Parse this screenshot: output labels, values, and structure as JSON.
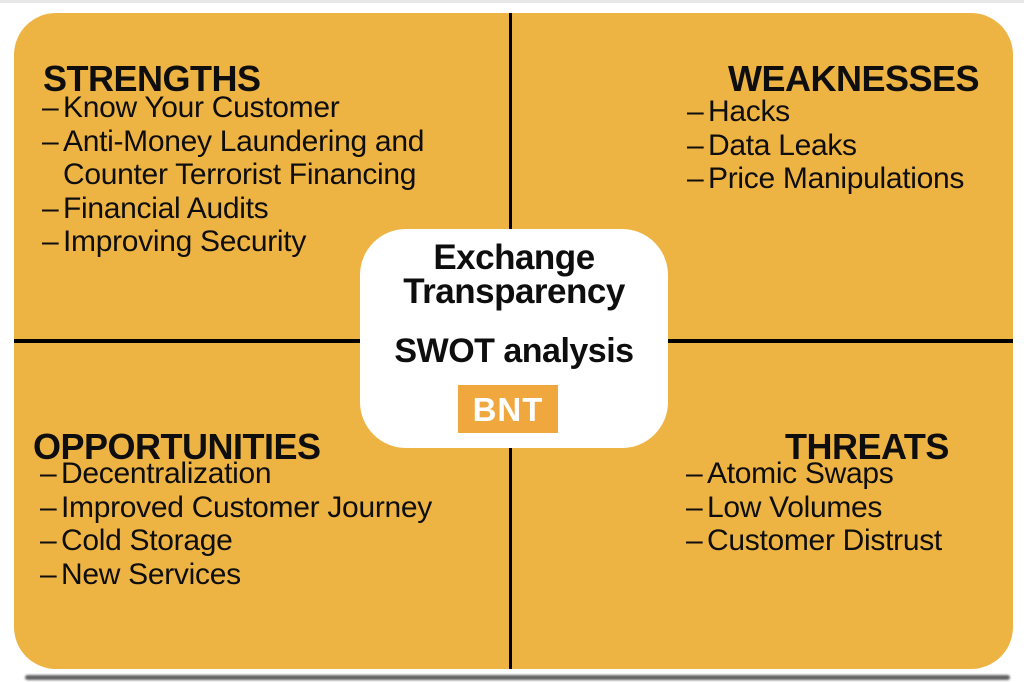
{
  "ui": {
    "dash": "–",
    "colors": {
      "card_bg": "#EDB343",
      "logo_bg": "#F0A73E",
      "divider_line": "#000000",
      "text": "#0E0E0E",
      "center_bg": "#FFFFFF"
    }
  },
  "center": {
    "title_line1": "Exchange",
    "title_line2": "Transparency",
    "subtitle": "SWOT analysis",
    "logo_text": "BNT"
  },
  "quadrants": {
    "strengths": {
      "title": "STRENGTHS",
      "items": [
        {
          "lines": [
            "Know Your Customer"
          ]
        },
        {
          "lines": [
            "Anti-Money Laundering and",
            "Counter Terrorist Financing"
          ]
        },
        {
          "lines": [
            "Financial Audits"
          ]
        },
        {
          "lines": [
            "Improving Security"
          ]
        }
      ]
    },
    "weaknesses": {
      "title": "WEAKNESSES",
      "items": [
        {
          "lines": [
            "Hacks"
          ]
        },
        {
          "lines": [
            "Data Leaks"
          ]
        },
        {
          "lines": [
            "Price Manipulations"
          ]
        }
      ]
    },
    "opportunities": {
      "title": "OPPORTUNITIES",
      "items": [
        {
          "lines": [
            "Decentralization"
          ]
        },
        {
          "lines": [
            "Improved Customer Journey"
          ]
        },
        {
          "lines": [
            "Cold Storage"
          ]
        },
        {
          "lines": [
            "New Services"
          ]
        }
      ]
    },
    "threats": {
      "title": "THREATS",
      "items": [
        {
          "lines": [
            "Atomic Swaps"
          ]
        },
        {
          "lines": [
            "Low Volumes"
          ]
        },
        {
          "lines": [
            "Customer Distrust"
          ]
        }
      ]
    }
  }
}
